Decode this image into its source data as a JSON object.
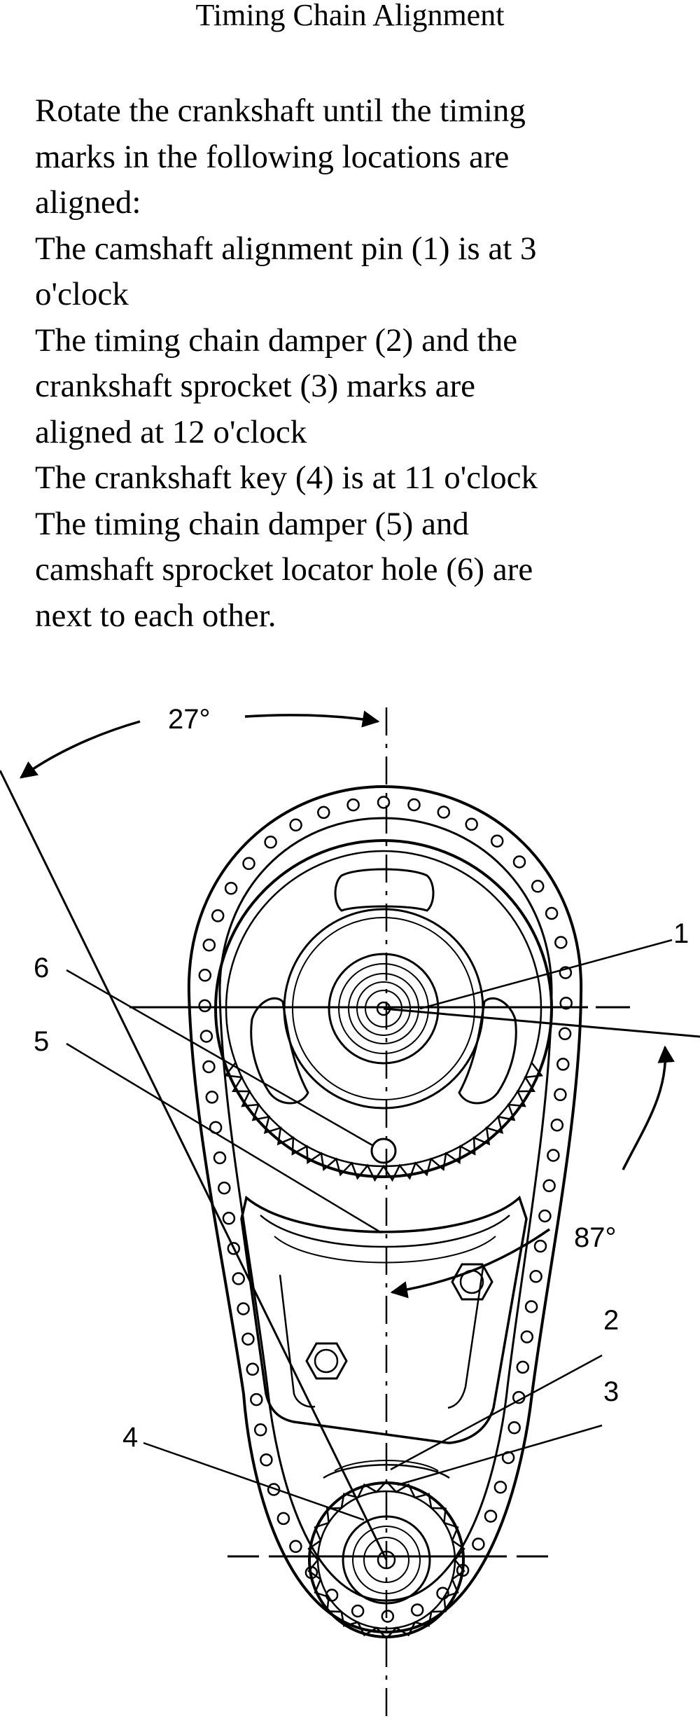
{
  "title": "Timing Chain Alignment",
  "instructions": [
    "Rotate the crankshaft until the timing",
    "marks in the following locations are",
    "aligned:",
    "The camshaft alignment pin (1) is at 3",
    "o'clock",
    "The timing chain damper (2) and the",
    "crankshaft sprocket (3) marks are",
    "aligned at 12 o'clock",
    "The crankshaft key (4) is at 11 o'clock",
    "The timing chain damper (5) and",
    "camshaft sprocket locator hole (6) are",
    "next to each other."
  ],
  "diagram": {
    "angle_top": "27°",
    "angle_right": "87°",
    "callouts": [
      "1",
      "2",
      "3",
      "4",
      "5",
      "6"
    ]
  }
}
